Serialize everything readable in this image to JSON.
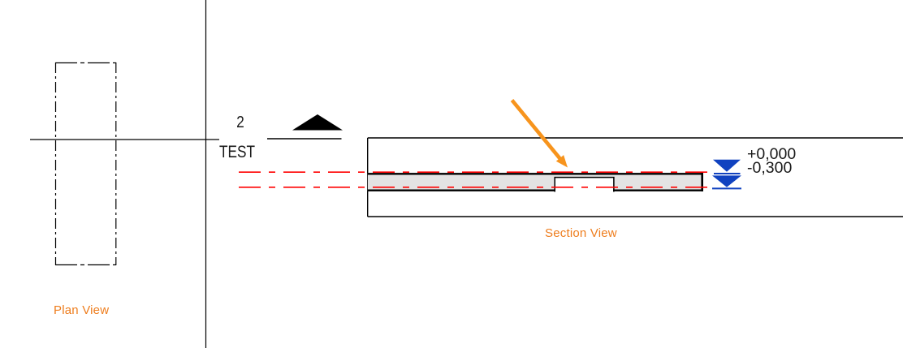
{
  "labels": {
    "plan_view": "Plan View",
    "section_view": "Section View"
  },
  "grid": {
    "number": "2",
    "name": "TEST"
  },
  "levels": {
    "upper": "+0,000",
    "lower": "-0,300"
  },
  "colors": {
    "centerline_red": "#ff0000",
    "level_blue": "#1042c0",
    "annotation_orange": "#f7941d",
    "view_label_orange": "#ee7d1d",
    "slab_gray": "#e3e3e3",
    "linework_black": "#000000",
    "background": "#ffffff"
  }
}
